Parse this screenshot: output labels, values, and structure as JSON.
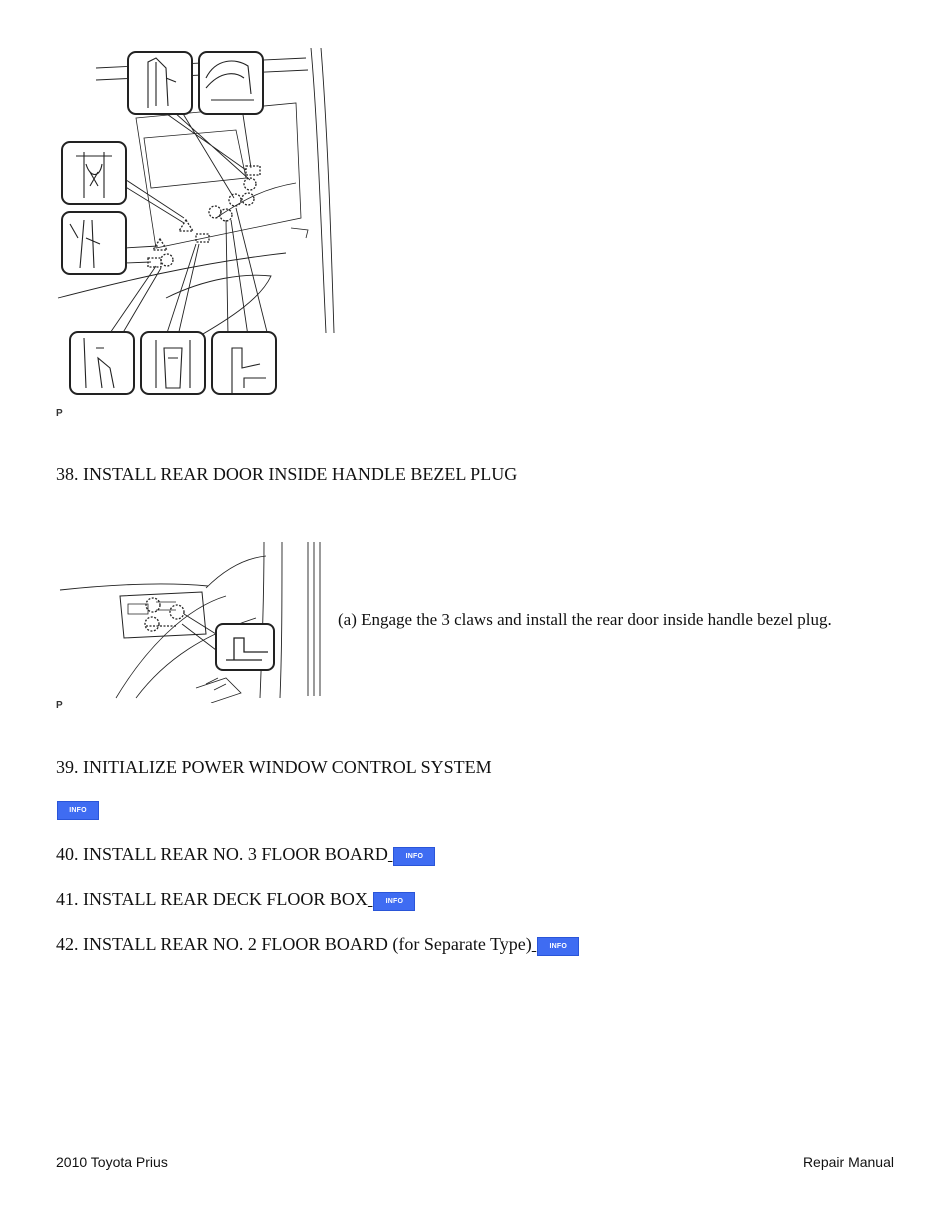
{
  "figures": {
    "fig1_mark": "P",
    "fig2_mark": "P"
  },
  "steps": {
    "s38": "38. INSTALL REAR DOOR INSIDE HANDLE BEZEL PLUG",
    "s39": "39. INITIALIZE POWER WINDOW CONTROL SYSTEM",
    "s40": "40. INSTALL REAR NO. 3 FLOOR BOARD",
    "s41": "41. INSTALL REAR DECK FLOOR BOX",
    "s42": "42. INSTALL REAR NO. 2 FLOOR BOARD (for Separate Type)"
  },
  "caption_38a": "(a) Engage the 3 claws and install the rear door inside handle bezel plug.",
  "info_label": "INFO",
  "info_color": "#3f6cf2",
  "footer": {
    "left": "2010 Toyota Prius",
    "right": "Repair Manual"
  }
}
